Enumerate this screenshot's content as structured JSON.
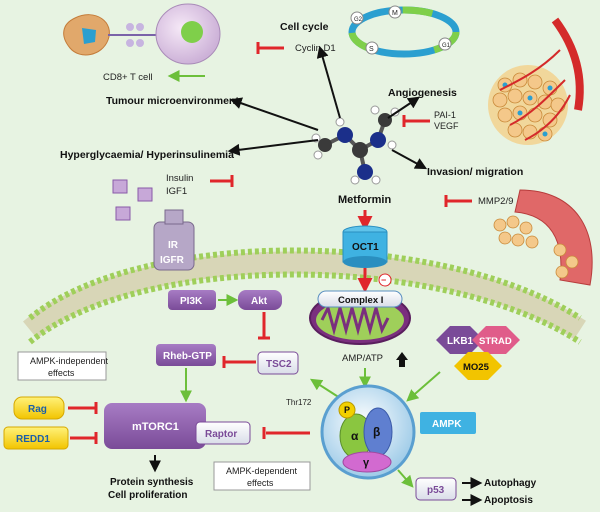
{
  "labels": {
    "cell_cycle": "Cell cycle",
    "cyclin_d1": "Cyclin D1",
    "cd8": "CD8+ T cell",
    "tumour_microenv": "Tumour microenvironment",
    "angiogenesis": "Angiogenesis",
    "pai1": "PAI-1",
    "vegf": "VEGF",
    "hyperglycaemia": "Hyperglycaemia/ Hyperinsulinemia",
    "insulin": "Insulin",
    "igf1": "IGF1",
    "invasion": "Invasion/ migration",
    "mmp": "MMP2/9",
    "metformin": "Metformin",
    "ir": "IR",
    "igfr": "IGFR",
    "oct1": "OCT1",
    "pi3k": "PI3K",
    "akt": "Akt",
    "complex1": "Complex I",
    "minus": "−",
    "lkb1": "LKB1",
    "strad": "STRAD",
    "mo25": "MO25",
    "ampk_independent": "AMPK-independent effects",
    "ampk_independent_l1": "AMPK-independent",
    "ampk_independent_l2": "effects",
    "rheb": "Rheb-GTP",
    "tsc2": "TSC2",
    "amp_atp": "AMP/ATP",
    "thr172": "Thr172",
    "rag": "Rag",
    "redd1": "REDD1",
    "mtorc1": "mTORC1",
    "raptor": "Raptor",
    "ampk": "AMPK",
    "p": "P",
    "alpha": "α",
    "beta": "β",
    "gamma": "γ",
    "protein_synthesis": "Protein synthesis",
    "cell_proliferation": "Cell proliferation",
    "ampk_dependent_l1": "AMPK-dependent",
    "ampk_dependent_l2": "effects",
    "p53": "p53",
    "autophagy": "Autophagy",
    "apoptosis": "Apoptosis",
    "cycle_m": "M",
    "cycle_s": "S",
    "cycle_g1": "G1",
    "cycle_g2": "G2"
  },
  "colors": {
    "background": "#e7f3e2",
    "inhibit": "#e0262b",
    "activate": "#6cbf3a",
    "black_arrow": "#111111",
    "purple": "#8a5aa8",
    "membrane_head": "#9fcf5a",
    "mito": "#7a2f7e"
  }
}
